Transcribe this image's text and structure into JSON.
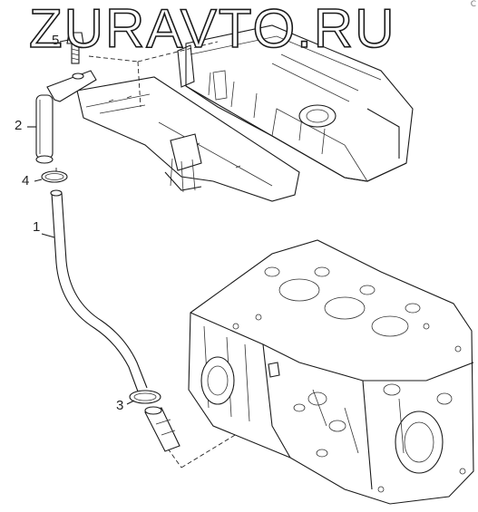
{
  "watermark": {
    "text": "ZURAVTO.RU"
  },
  "corner_mark": {
    "text": "C"
  },
  "callouts": [
    {
      "id": "5",
      "label": "5"
    },
    {
      "id": "2",
      "label": "2"
    },
    {
      "id": "4",
      "label": "4"
    },
    {
      "id": "1",
      "label": "1"
    },
    {
      "id": "3",
      "label": "3"
    }
  ],
  "parts_shown": [
    "bolt",
    "dipstick-guide-bracket",
    "hose-clamp",
    "dipstick-tube",
    "lower-clamp",
    "cylinder-head-cover",
    "cylinder-block"
  ],
  "colors": {
    "line": "#1a1a1a",
    "background": "#ffffff"
  }
}
